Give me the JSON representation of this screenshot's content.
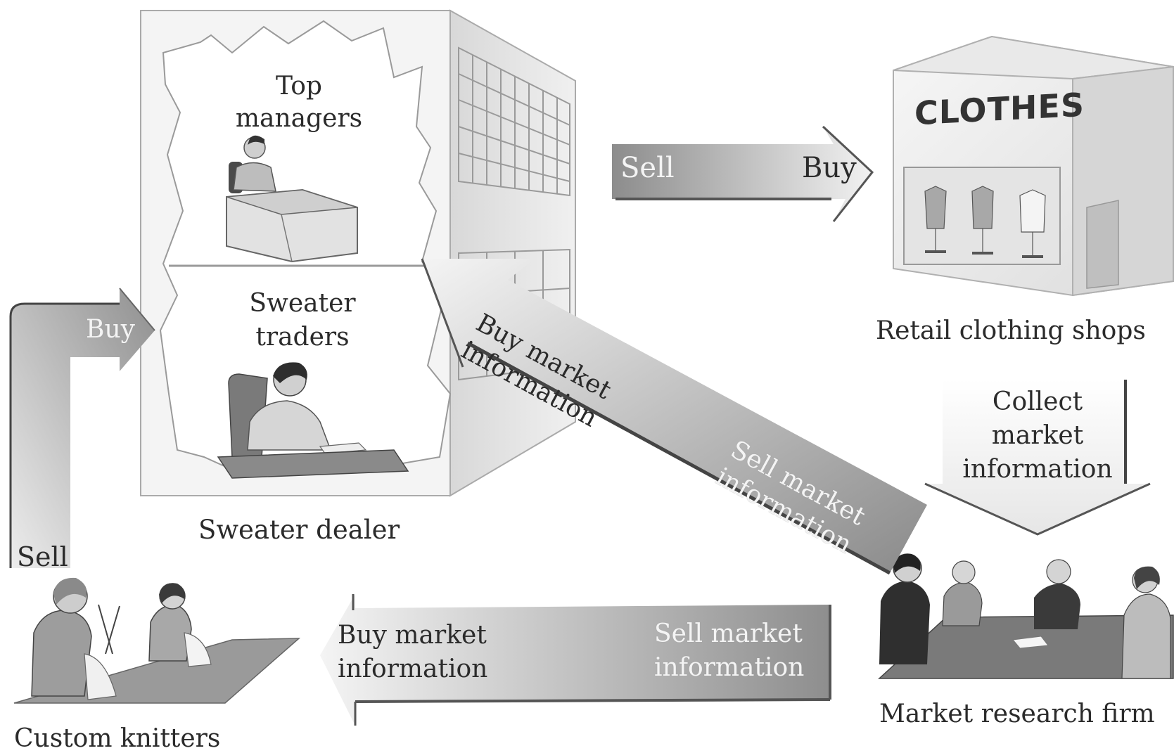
{
  "building": {
    "top_floor_label": [
      "Top",
      "managers"
    ],
    "bottom_floor_label": [
      "Sweater",
      "traders"
    ],
    "caption": "Sweater dealer"
  },
  "shop": {
    "sign": "CLOTHES",
    "caption": "Retail clothing shops"
  },
  "knitters": {
    "caption": "Custom knitters"
  },
  "research": {
    "caption": "Market research firm"
  },
  "arrows": {
    "shop_arrow": {
      "start": "Sell",
      "end": "Buy"
    },
    "knitter_arrow": {
      "start": "Sell",
      "end": "Buy"
    },
    "diagonal_arrow": {
      "head_label": [
        "Buy market",
        "information"
      ],
      "tail_label": [
        "Sell market",
        "information"
      ]
    },
    "bottom_arrow": {
      "head_label": [
        "Buy market",
        "information"
      ],
      "tail_label": [
        "Sell market",
        "information"
      ]
    },
    "collect_arrow": {
      "label": [
        "Collect",
        "market",
        "information"
      ]
    }
  },
  "colors": {
    "arrow_dark": "#8f8f8f",
    "arrow_light": "#f2f2f2",
    "line": "#555555",
    "building_fill": "#f3f3f3"
  }
}
